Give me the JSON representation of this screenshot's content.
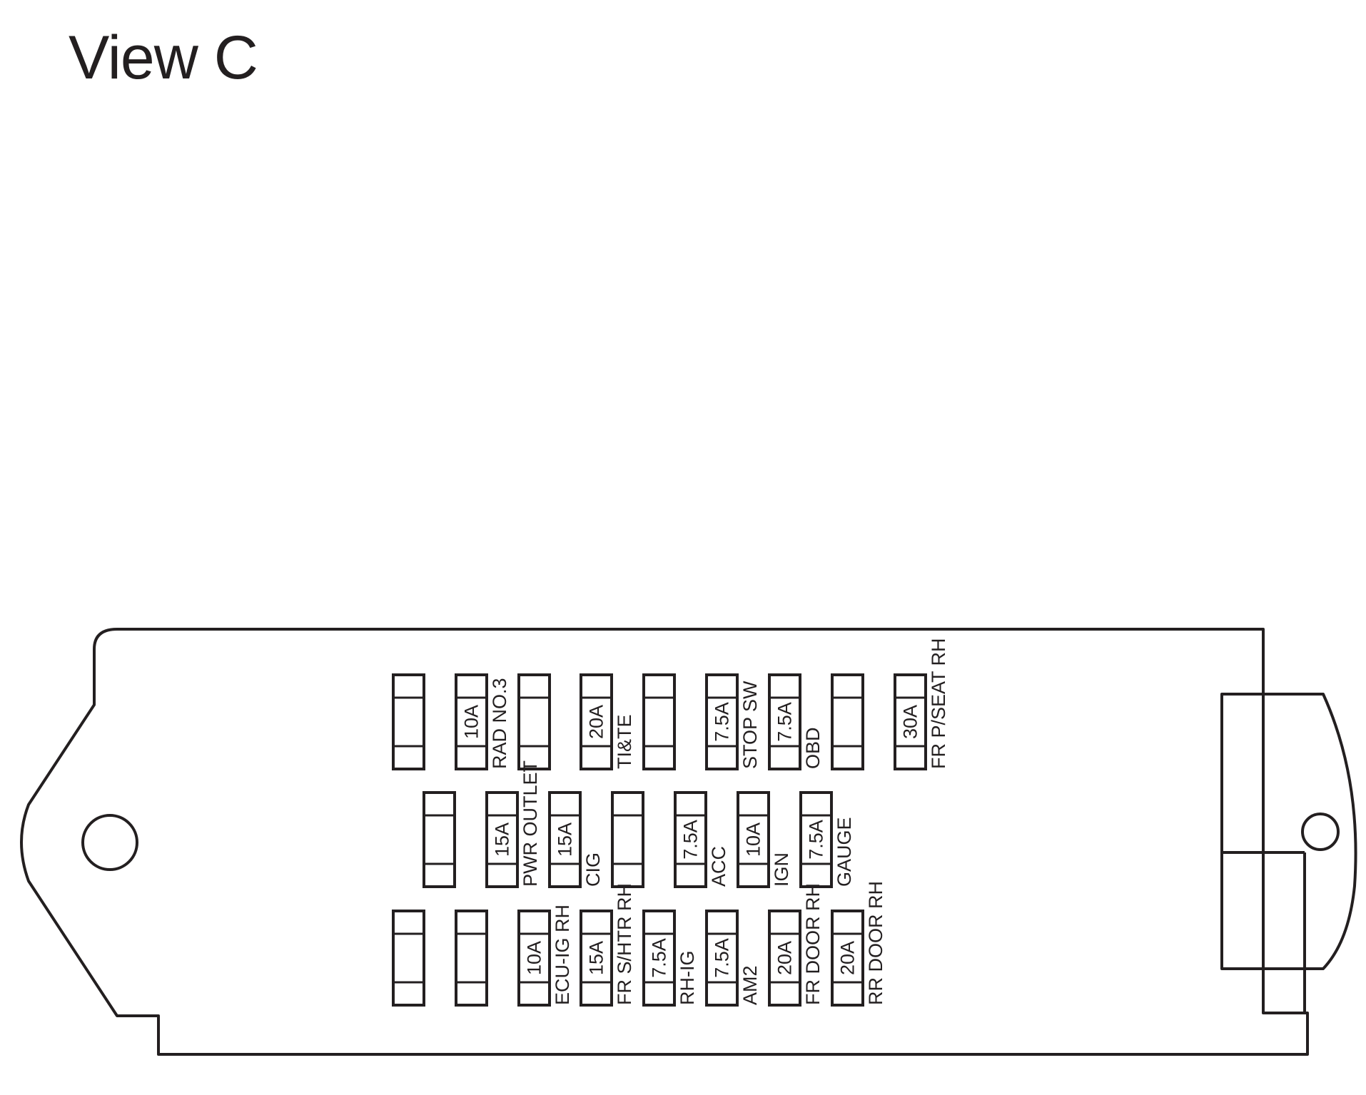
{
  "title": "View C",
  "colors": {
    "line": "#231f20",
    "background": "#ffffff"
  },
  "fuses": [
    {
      "id": "r1c1",
      "rating": "",
      "label": ""
    },
    {
      "id": "r1c2",
      "rating": "10A",
      "label": "RAD NO.3"
    },
    {
      "id": "r1c3",
      "rating": "",
      "label": ""
    },
    {
      "id": "r1c4",
      "rating": "20A",
      "label": "TI&TE"
    },
    {
      "id": "r1c5",
      "rating": "",
      "label": ""
    },
    {
      "id": "r1c6",
      "rating": "7.5A",
      "label": "STOP SW"
    },
    {
      "id": "r1c7",
      "rating": "7.5A",
      "label": "OBD"
    },
    {
      "id": "r1c8",
      "rating": "",
      "label": ""
    },
    {
      "id": "r1c9",
      "rating": "30A",
      "label": "FR P/SEAT RH"
    },
    {
      "id": "r2c1",
      "rating": "",
      "label": ""
    },
    {
      "id": "r2c2",
      "rating": "15A",
      "label": "PWR OUTLET"
    },
    {
      "id": "r2c3",
      "rating": "15A",
      "label": "CIG"
    },
    {
      "id": "r2c4",
      "rating": "",
      "label": ""
    },
    {
      "id": "r2c5",
      "rating": "7.5A",
      "label": "ACC"
    },
    {
      "id": "r2c6",
      "rating": "10A",
      "label": "IGN"
    },
    {
      "id": "r2c7",
      "rating": "7.5A",
      "label": "GAUGE"
    },
    {
      "id": "r3c1",
      "rating": "",
      "label": ""
    },
    {
      "id": "r3c2",
      "rating": "",
      "label": ""
    },
    {
      "id": "r3c3",
      "rating": "10A",
      "label": "ECU-IG RH"
    },
    {
      "id": "r3c4",
      "rating": "15A",
      "label": "FR S/HTR RH"
    },
    {
      "id": "r3c5",
      "rating": "7.5A",
      "label": "RH-IG"
    },
    {
      "id": "r3c6",
      "rating": "7.5A",
      "label": "AM2"
    },
    {
      "id": "r3c7",
      "rating": "20A",
      "label": "FR DOOR RH"
    },
    {
      "id": "r3c8",
      "rating": "20A",
      "label": "RR DOOR RH"
    }
  ]
}
